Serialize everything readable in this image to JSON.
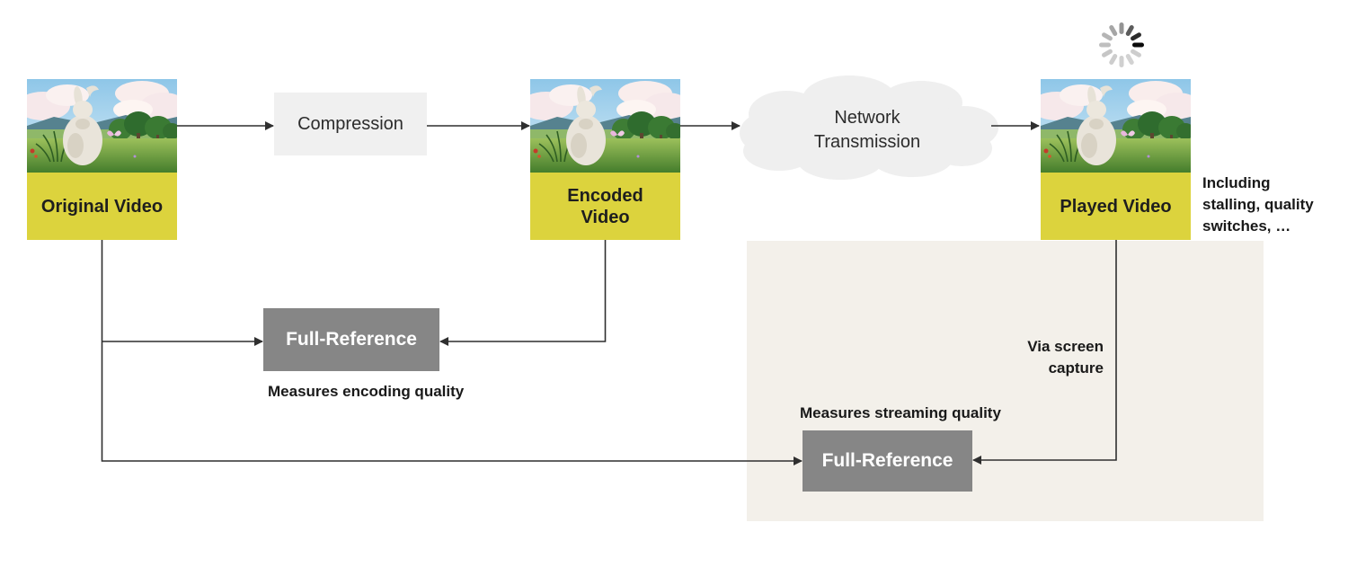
{
  "diagram_title": "Video streaming quality assessment pipeline",
  "colors": {
    "video_label_yellow": "#dcd33d",
    "metric_box_gray": "#868686",
    "process_box_gray": "#f0f0f0",
    "cloud_gray": "#efefef",
    "streaming_panel_beige": "#f3f0ea",
    "line_color": "#2f2f2f"
  },
  "pipeline": {
    "original": {
      "label": "Original Video"
    },
    "compression": {
      "label": "Compression"
    },
    "encoded": {
      "label": "Encoded\nVideo"
    },
    "network": {
      "label": "Network\nTransmission"
    },
    "played": {
      "label": "Played Video"
    }
  },
  "metrics": {
    "fr_encoding": {
      "label": "Full-Reference",
      "caption": "Measures encoding quality"
    },
    "fr_streaming": {
      "label": "Full-Reference",
      "caption": "Measures streaming quality"
    }
  },
  "notes": {
    "played_note": "Including\nstalling, quality\nswitches, …",
    "capture_note": "Via screen\ncapture"
  },
  "icons": {
    "spinner": "loading-spinner",
    "thumbnail": "video-frame-rabbit-scene",
    "cloud": "network-cloud",
    "arrow": "flow-arrow"
  }
}
